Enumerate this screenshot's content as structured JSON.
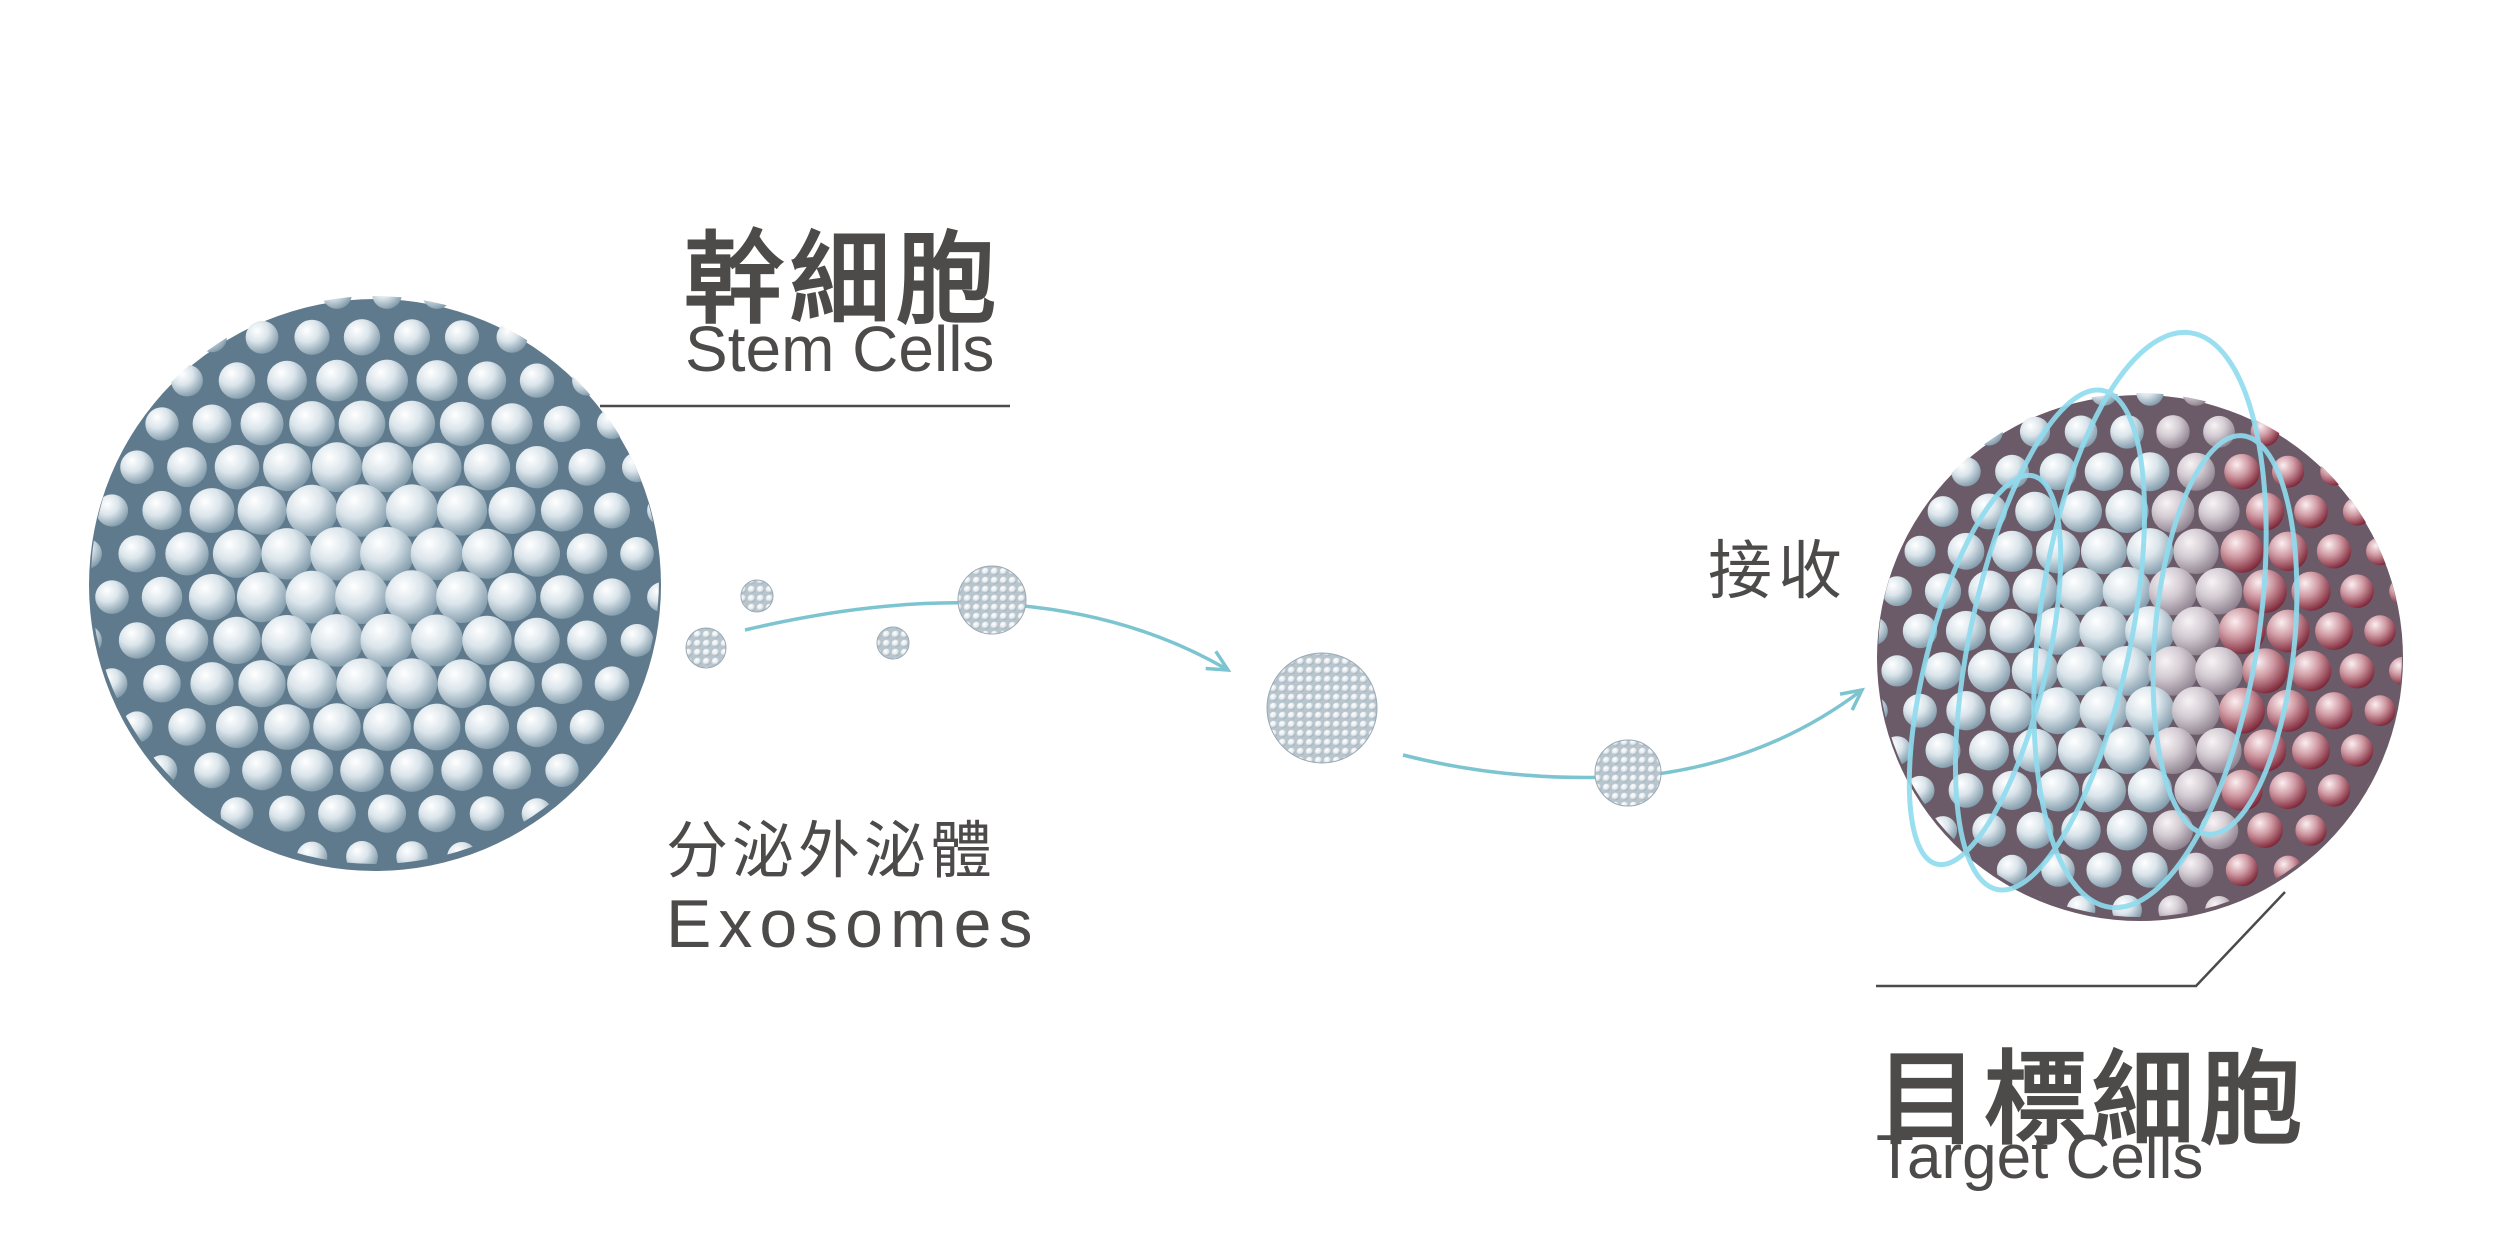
{
  "stem_cells": {
    "label_zh": "幹細胞",
    "label_en": "Stem Cells"
  },
  "exosomes": {
    "label_zh": "分泌外泌體",
    "label_en": "Exosomes"
  },
  "reception": {
    "label_zh": "接收"
  },
  "target_cells": {
    "label_zh": "目標細胞",
    "label_en": "Target Cells"
  },
  "colors": {
    "text": "#4d4a4a",
    "arrow": "#7cc4cf",
    "ring": "#8fdcef",
    "stem_sphere": "#c8d6de",
    "target_sphere_red": "#8c2b3c"
  }
}
